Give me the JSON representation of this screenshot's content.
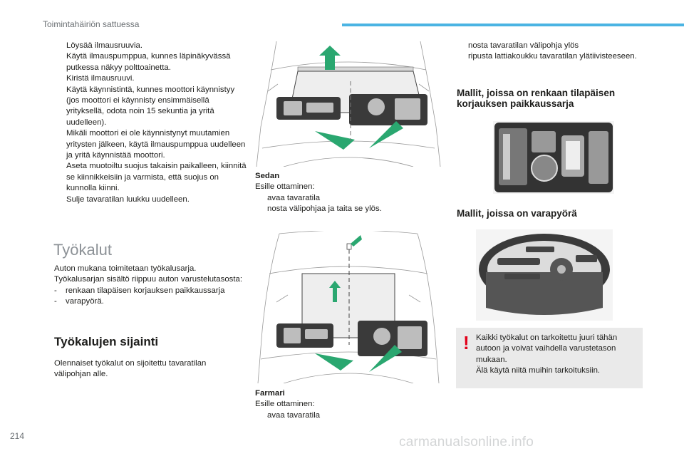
{
  "header": {
    "running_title": "Toimintahäiriön sattuessa"
  },
  "footer": {
    "page_number": "214",
    "watermark": "carmanualsonline.info"
  },
  "left_col": {
    "steps": [
      "Löysää ilmausruuvia.",
      "Käytä ilmauspumppua, kunnes läpinäkyvässä putkessa näkyy polttoainetta.",
      "Kiristä ilmausruuvi.",
      "Käytä käynnistintä, kunnes moottori käynnistyy (jos moottori ei käynnisty ensimmäisellä yrityksellä, odota noin 15 sekuntia ja yritä uudelleen).",
      "Mikäli moottori ei ole käynnistynyt muutamien yritysten jälkeen, käytä ilmauspumppua uudelleen ja yritä käynnistää moottori.",
      "Aseta muotoiltu suojus takaisin paikalleen, kiinnitä se kiinnikkeisiin ja varmista, että suojus on kunnolla kiinni.",
      "Sulje tavaratilan luukku uudelleen."
    ],
    "tools_heading": "Työkalut",
    "tools_intro": "Auton mukana toimitetaan työkalusarja. Työkalusarjan sisältö riippuu auton varustelutasosta:",
    "tools_items": [
      "renkaan tilapäisen korjauksen paikkaussarja",
      "varapyörä."
    ],
    "location_heading": "Työkalujen sijainti",
    "location_text": "Olennaiset työkalut on sijoitettu tavaratilan välipohjan alle."
  },
  "middle_col": {
    "sedan_title": "Sedan",
    "sedan_removal": "Esille ottaminen:",
    "sedan_steps": [
      "avaa tavaratila",
      "nosta välipohjaa ja taita se ylös."
    ],
    "farmari_title": "Farmari",
    "farmari_removal": "Esille ottaminen:",
    "farmari_steps": [
      "avaa tavaratila"
    ]
  },
  "right_col": {
    "steps": [
      "nosta tavaratilan välipohja ylös",
      "ripusta lattiakoukku tavaratilan ylätiivisteeseen."
    ],
    "repair_kit_heading": "Mallit, joissa on renkaan tilapäisen korjauksen paikkaussarja",
    "spare_wheel_heading": "Mallit, joissa on varapyörä",
    "warning_mark": "!",
    "warning_text": "Kaikki työkalut on tarkoitettu juuri tähän autoon ja voivat vaihdella varustetason mukaan.",
    "warning_text2": "Älä käytä niitä muihin tarkoituksiin."
  },
  "bullet_glyph": "",
  "dash_glyph": "-",
  "icons": [
    "bullet-icon",
    "warning-icon",
    "up-arrow-icon"
  ],
  "colors": {
    "accent": "#4bb4e3",
    "arrow_green": "#2aa770",
    "warning_red": "#e2001a",
    "heading_grey": "#8c9196"
  }
}
